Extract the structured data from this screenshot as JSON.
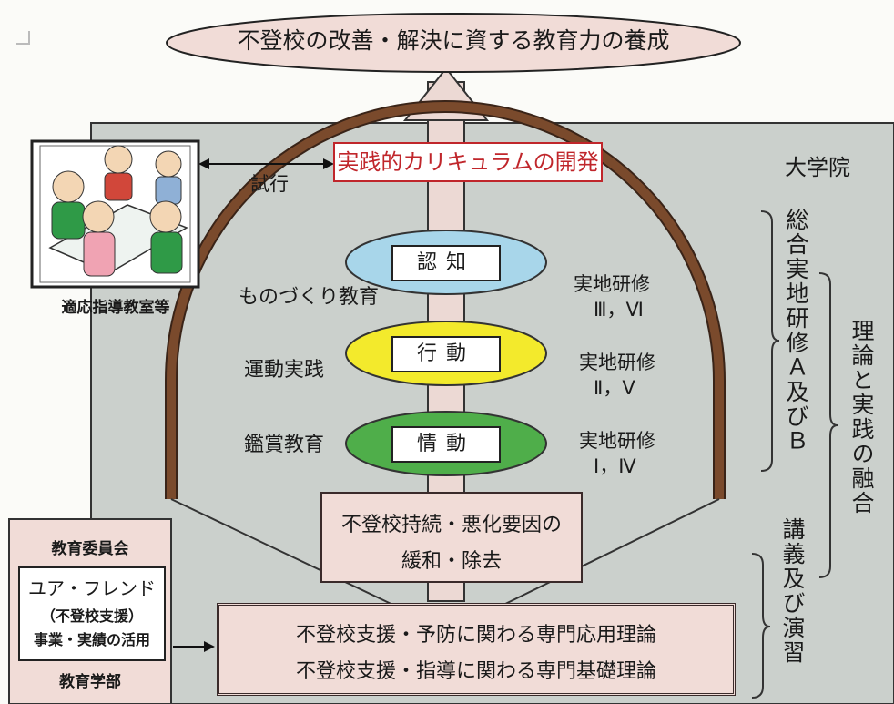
{
  "goal": "不登校の改善・解決に資する教育力の養成",
  "curriculum": "実践的カリキュラムの開発",
  "trial": "試行",
  "graduate_school": "大学院",
  "classroom_caption": "適応指導教室等",
  "levels": {
    "cognition": "認知",
    "behavior": "行動",
    "emotion": "情動"
  },
  "left_labels": {
    "monozukuri": "ものづくり教育",
    "exercise": "運動実践",
    "appreciation": "鑑賞教育"
  },
  "practicum": {
    "title": "実地研修",
    "top": "Ⅲ，Ⅵ",
    "middle": "Ⅱ，Ⅴ",
    "bottom": "Ⅰ，Ⅳ"
  },
  "base_box": {
    "line1": "不登校持続・悪化要因の",
    "line2": "緩和・除去"
  },
  "theory_box": {
    "line1": "不登校支援・予防に関わる専門応用理論",
    "line2": "不登校支援・指導に関わる専門基礎理論"
  },
  "partners": {
    "board": "教育委員会",
    "friend": "ユア・フレンド",
    "friend_sub": "（不登校支援）",
    "project": "事業・実績の活用",
    "faculty": "教育学部"
  },
  "right_vertical": {
    "integrated": "総合実地研修Ａ及びＢ",
    "fusion": "理論と実践の融合",
    "lectures": "講義及び演習"
  },
  "colors": {
    "panel": "#cbd0cc",
    "arch": "#7a4a2c",
    "pink": "#f1dcd7",
    "cognition": "#a8d6ea",
    "behavior": "#f3ea2c",
    "emotion": "#4fae4a",
    "red": "#c0262b"
  }
}
